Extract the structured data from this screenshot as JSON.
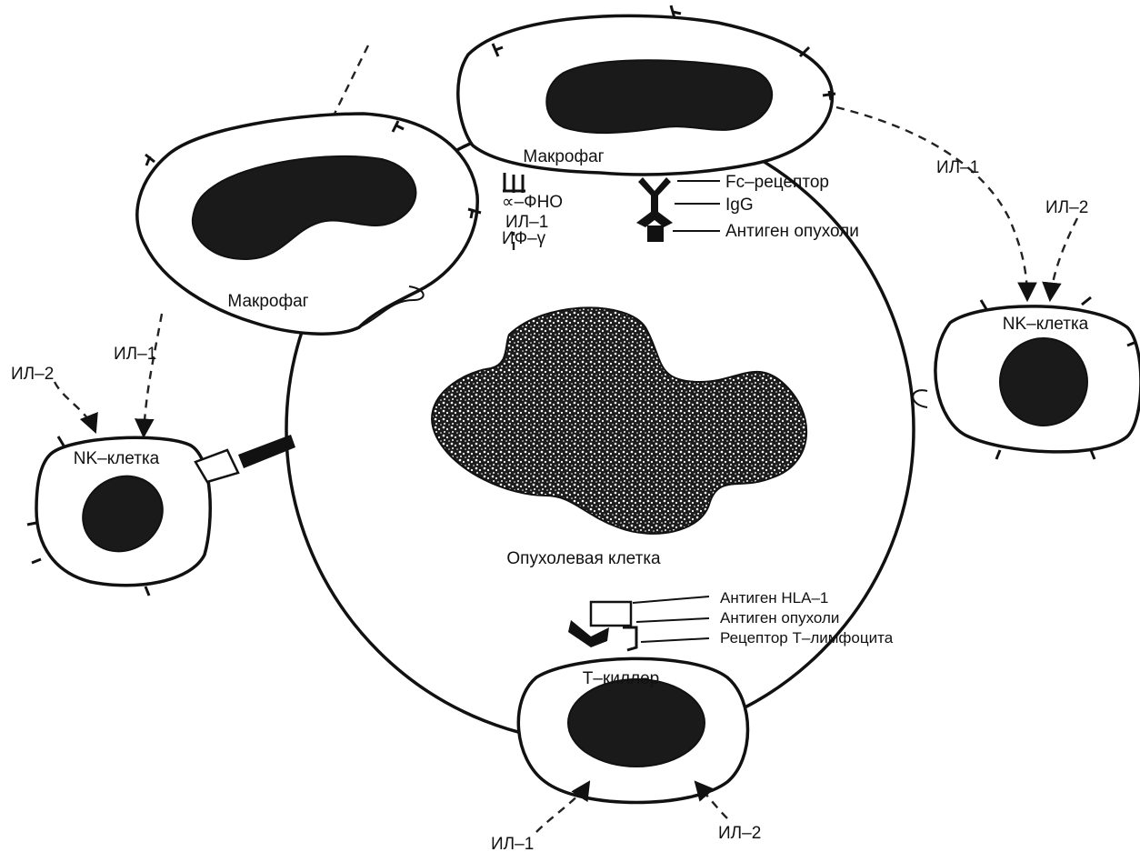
{
  "labels": {
    "tumor_cell": "Опухолевая клетка",
    "macrophage_top": "Макрофаг",
    "macrophage_left": "Макрофаг",
    "nk_right": "NK–клетка",
    "nk_left": "NK–клетка",
    "t_killer": "Т–киллер",
    "fc_receptor": "Fc–рецептор",
    "igg": "IgG",
    "tumor_antigen_top": "Антиген опухоли",
    "hla1": "Антиген HLA–1",
    "tumor_antigen_bottom": "Антиген опухоли",
    "t_receptor": "Рецептор Т–лимфоцита",
    "tnf": "∝–ФНО",
    "il1_center": "ИЛ–1",
    "ifg": "ИФ–γ",
    "il1_top_right": "ИЛ–1",
    "il2_right": "ИЛ–2",
    "il1_left": "ИЛ–1",
    "il2_left": "ИЛ–2",
    "il1_bottom": "ИЛ–1",
    "il2_bottom": "ИЛ–2"
  },
  "colors": {
    "ink": "#111111",
    "background": "#ffffff"
  }
}
